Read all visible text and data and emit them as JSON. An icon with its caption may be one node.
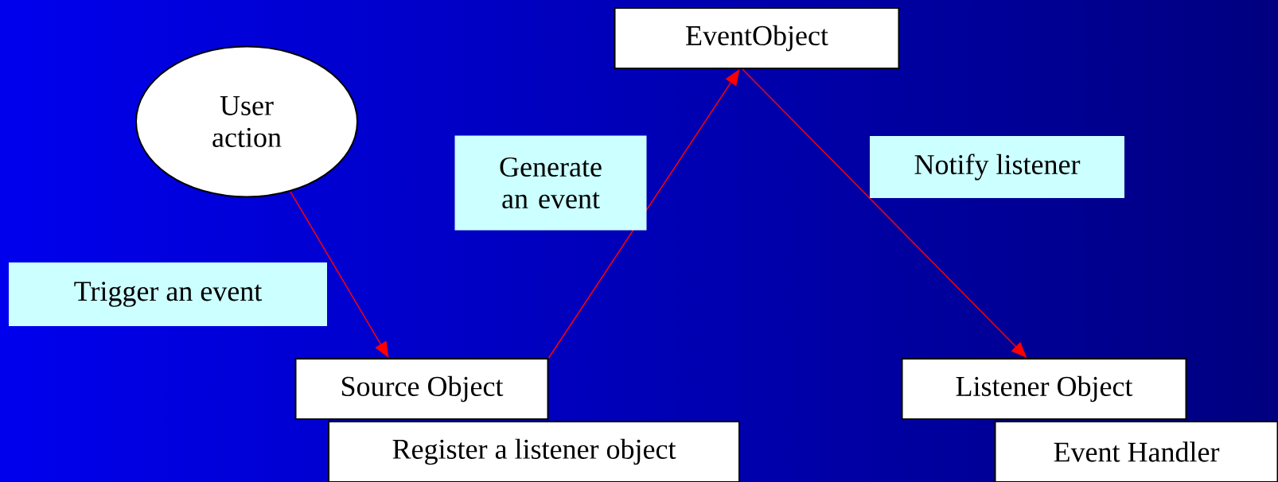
{
  "diagram": {
    "nodes": [
      {
        "text": [
          "User action"
        ]
      },
      {
        "text": [
          "EventObject"
        ]
      },
      {
        "text": [
          "Source Object"
        ]
      },
      {
        "text": [
          "Register a listener object"
        ]
      },
      {
        "text": [
          "Listener Object"
        ]
      },
      {
        "text": [
          "Event Handler"
        ]
      }
    ],
    "edges": [
      {
        "from": 0,
        "to": 2,
        "arrow": "to",
        "label": "Trigger an event"
      },
      {
        "from": 2,
        "to": 1,
        "arrow": "to",
        "label": "Generate an event"
      },
      {
        "from": 1,
        "to": 4,
        "arrow": "to",
        "label": "Notify listener"
      }
    ]
  }
}
